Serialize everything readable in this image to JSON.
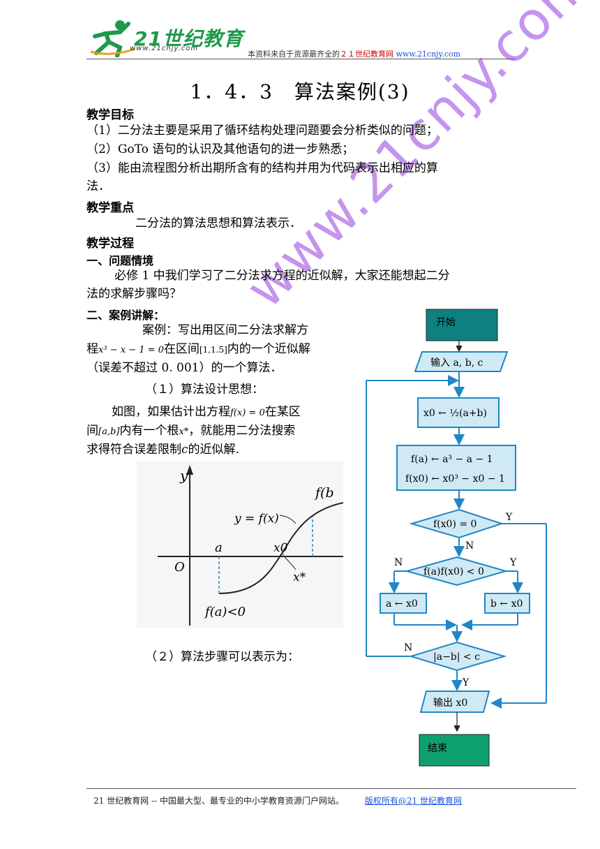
{
  "header": {
    "logo_main": "21世纪教育",
    "logo_url": "www.21cnjy.com",
    "note_prefix": "本资料来自于资源最齐全的",
    "note_red": "２１世纪教育网",
    "note_url": "www.21cnjy.com"
  },
  "title": "1．4．3　算法案例(3)",
  "sections": {
    "goal_heading": "教学目标",
    "goal1": "（1）二分法主要是采用了循环结构处理问题要会分析类似的问题；",
    "goal2": "（2）GoTo 语句的认识及其他语句的进一步熟悉；",
    "goal3a": "（3）能由流程图分析出期所含有的结构并用为代码表示出相应的算",
    "goal3b": "法．",
    "key_heading": "教学重点",
    "key_text": "二分法的算法思想和算法表示．",
    "process_heading": "教学过程",
    "s1_heading": "一、问题情境",
    "s1_line1": "必修 1 中我们学习了二分法求方程的近似解，大家还能想起二分",
    "s1_line2": "法的求解步骤吗？",
    "s2_heading": "二、案例讲解：",
    "case_line1": "案例：写出用区间二分法求解方",
    "case_line2_a": "程",
    "case_eq": "x³ − x − 1 = 0",
    "case_line2_b": "在区间",
    "case_interval": "[1,1.5]",
    "case_line2_c": "内的一个近似解",
    "case_line3": "（误差不超过 0. 001）的一个算法．",
    "sub1": "（１）算法设计思想：",
    "idea_line1_a": "如图，如果估计出方程",
    "idea_fx": "f(x) = 0",
    "idea_line1_b": "在某区",
    "idea_line2_a": "间",
    "idea_ab": "[a,b]",
    "idea_line2_b": "内有一个根",
    "idea_root": "x*",
    "idea_line2_c": "，就能用二分法搜索",
    "idea_line3_a": "求得符合误差限制",
    "idea_c": "c",
    "idea_line3_b": "的近似解.",
    "sub2": "（２）算法步骤可以表示为："
  },
  "graph": {
    "y_label": "y",
    "origin": "O",
    "a_label": "a",
    "x0_label": "x0",
    "xstar_label": "x*",
    "curve_label": "y = f(x)",
    "fb_label": "f(b",
    "fa_label": "f(a)<0"
  },
  "flowchart": {
    "start": "开始",
    "input": "输入 a, b, c",
    "step_mid": "x0 ← ½(a+b)",
    "step_fa": "f(a) ← a³ − a − 1",
    "step_fx0": "f(x0) ← x0³ − x0 − 1",
    "cond1": "f(x0) = 0",
    "cond2": "f(a)f(x0) < 0",
    "assign_a": "a ← x0",
    "assign_b": "b ← x0",
    "cond3": "|a−b| < c",
    "output": "输出 x0",
    "end": "结束",
    "yes": "Y",
    "no": "N"
  },
  "watermark": "www.21cnjy.com",
  "footer": {
    "text": "21 世纪教育网 -- 中国最大型、最专业的中小学教育资源门户网站。",
    "copyright": "版权所有@21 世纪教育网"
  }
}
